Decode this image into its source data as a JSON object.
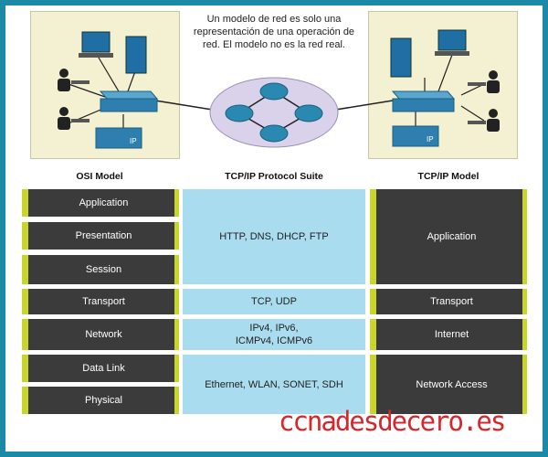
{
  "caption": "Un modelo de red es solo una representación de una operación de red. El modelo no es la red real.",
  "headers": {
    "osi": "OSI Model",
    "suite": "TCP/IP Protocol Suite",
    "tcpip": "TCP/IP Model"
  },
  "osi_layers": [
    "Application",
    "Presentation",
    "Session",
    "Transport",
    "Network",
    "Data Link",
    "Physical"
  ],
  "protocols": {
    "application": "HTTP, DNS, DHCP, FTP",
    "transport": "TCP, UDP",
    "network_line1": "IPv4, IPv6,",
    "network_line2": "ICMPv4, ICMPv6",
    "link": "Ethernet, WLAN, SONET, SDH"
  },
  "tcpip_layers": [
    "Application",
    "Transport",
    "Internet",
    "Network Access"
  ],
  "brand": "ccnadesdecero.es",
  "colors": {
    "frame": "#1b8aa6",
    "layer_box": "#3b3b3b",
    "layer_accent": "#c8d62b",
    "protocol_box": "#a9dcee",
    "panel": "#f3f1d2",
    "brand": "#d8252a"
  }
}
